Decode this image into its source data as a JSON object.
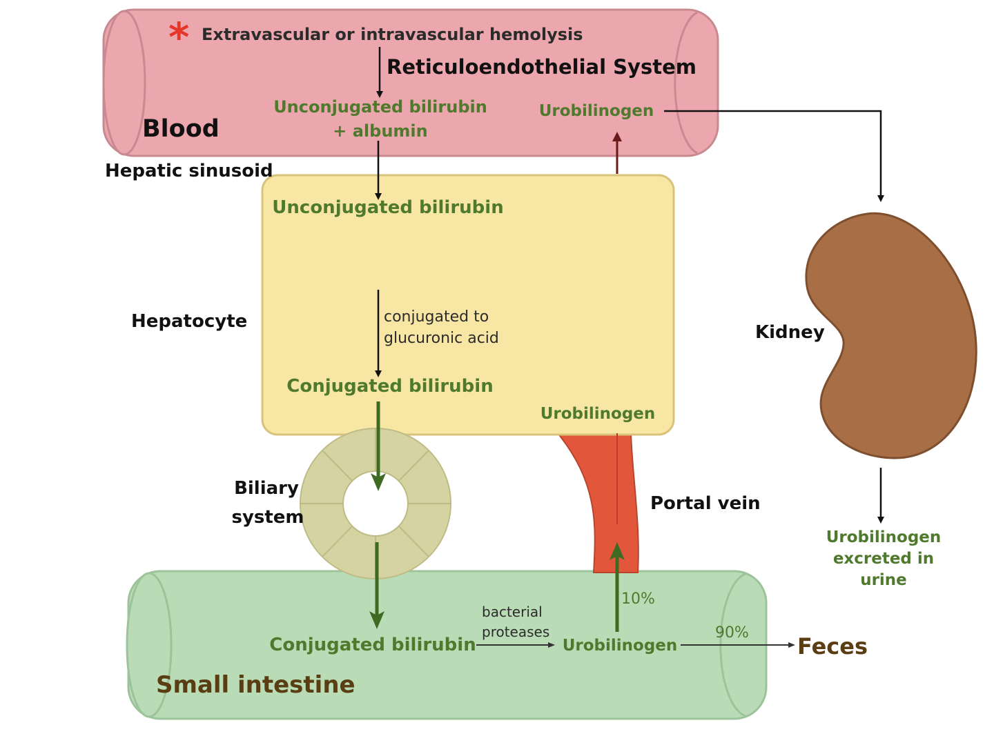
{
  "diagram": {
    "top_note": "Extravascular or intravascular hemolysis",
    "asterisk": "*",
    "system": "Reticuloendothelial System",
    "compartments": {
      "blood": "Blood",
      "sinusoid": "Hepatic sinusoid",
      "hepatocyte": "Hepatocyte",
      "biliary_line1": "Biliary",
      "biliary_line2": "system",
      "portal_vein": "Portal vein",
      "kidney": "Kidney",
      "small_intestine": "Small intestine",
      "feces": "Feces"
    },
    "molecules": {
      "unconj_albumin_line1": "Unconjugated bilirubin",
      "unconj_albumin_line2": "+ albumin",
      "urobilinogen_blood": "Urobilinogen",
      "unconj_hepatocyte": "Unconjugated bilirubin",
      "conj_hepatocyte": "Conjugated bilirubin",
      "urobilinogen_hepatocyte": "Urobilinogen",
      "conj_intestine": "Conjugated bilirubin",
      "urobilinogen_intestine": "Urobilinogen",
      "urine_line1": "Urobilinogen",
      "urine_line2": "excreted in",
      "urine_line3": "urine"
    },
    "processes": {
      "conjugation_line1": "conjugated to",
      "conjugation_line2": "glucuronic acid",
      "bacterial_line1": "bacterial",
      "bacterial_line2": "proteases"
    },
    "percentages": {
      "portal": "10%",
      "feces": "90%"
    },
    "colors": {
      "blood_vessel": "#eba7ad",
      "hepatocyte": "#f8e7a4",
      "intestine": "#b9dcb6",
      "kidney": "#a86e45",
      "portal_vein": "#e2573c",
      "biliary": "#d6d3a2",
      "green_text": "#4f7a2e",
      "asterisk": "#e8352a"
    }
  }
}
